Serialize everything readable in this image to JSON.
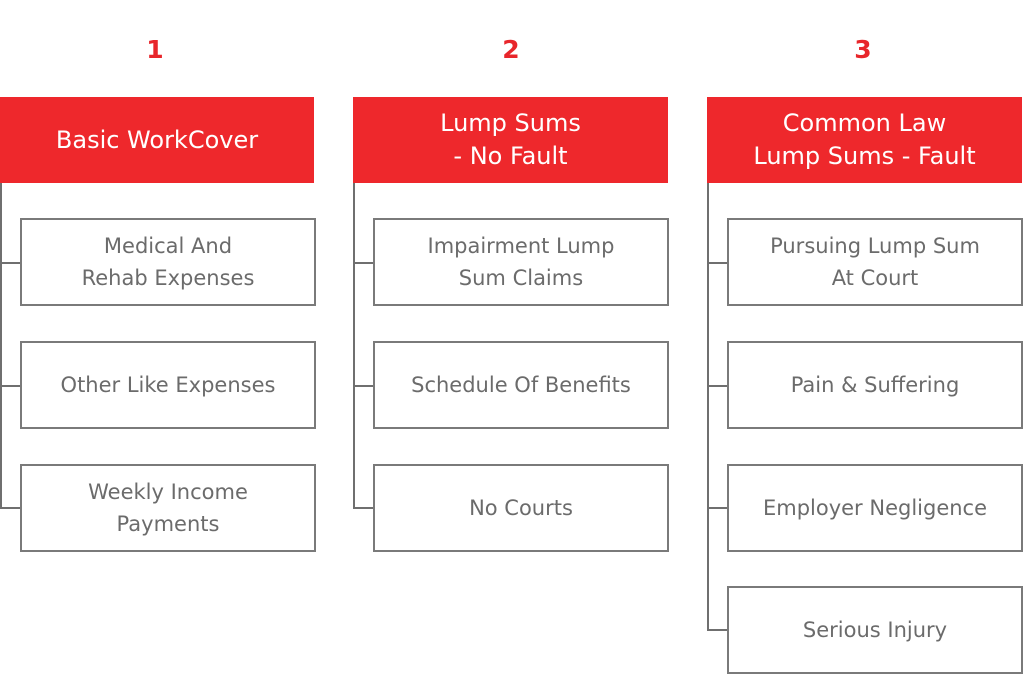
{
  "columns": [
    {
      "number": "1",
      "header": "Basic WorkCover",
      "items": [
        "Medical And\nRehab Expenses",
        "Other Like Expenses",
        "Weekly Income\nPayments"
      ]
    },
    {
      "number": "2",
      "header": "Lump Sums\n- No Fault",
      "items": [
        "Impairment Lump\nSum Claims",
        "Schedule Of Benefits",
        "No Courts"
      ]
    },
    {
      "number": "3",
      "header": "Common Law\nLump Sums - Fault",
      "items": [
        "Pursuing Lump Sum\nAt Court",
        "Pain & Suffering",
        "Employer Negligence",
        "Serious Injury"
      ]
    }
  ],
  "colors": {
    "accent": "#ee282c",
    "number": "#e8262b",
    "box_border": "#7a7a7a",
    "box_text": "#6b6b6b",
    "connector": "#6f6f6f"
  }
}
